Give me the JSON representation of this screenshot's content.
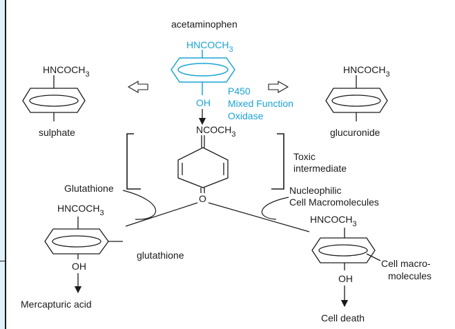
{
  "colors": {
    "accent": "#1aa3d6",
    "ink": "#1a1a1a",
    "page_bg": "#dff1fa"
  },
  "labels": {
    "title": "acetaminophen",
    "amide_top": "HNCOCH",
    "amide_sub": "3",
    "oh": "OH",
    "enzyme_line1": "P450",
    "enzyme_line2": "Mixed Function",
    "enzyme_line3": "Oxidase",
    "imine": "NCOCH",
    "imine_sub": "3",
    "oxo": "O",
    "toxic_line1": "Toxic",
    "toxic_line2": "intermediate",
    "sulphate_amide": "HNCOCH",
    "sulphate_amide_sub": "3",
    "sulphate": "sulphate",
    "glucuronide_amide": "HNCOCH",
    "glucuronide_amide_sub": "3",
    "glucuronide": "glucuronide",
    "glutathione_top": "Glutathione",
    "gsh_amide": "HNCOCH",
    "gsh_amide_sub": "3",
    "glutathione_side": "glutathione",
    "gsh_oh": "OH",
    "mercapturic": "Mercapturic acid",
    "nucleophilic_line1": "Nucleophilic",
    "nucleophilic_line2": "Cell Macromolecules",
    "cell_amide": "HNCOCH",
    "cell_amide_sub": "3",
    "cell_macro_line1": "Cell macro-",
    "cell_macro_line2": "molecules",
    "cell_oh": "OH",
    "cell_death": "Cell death"
  }
}
